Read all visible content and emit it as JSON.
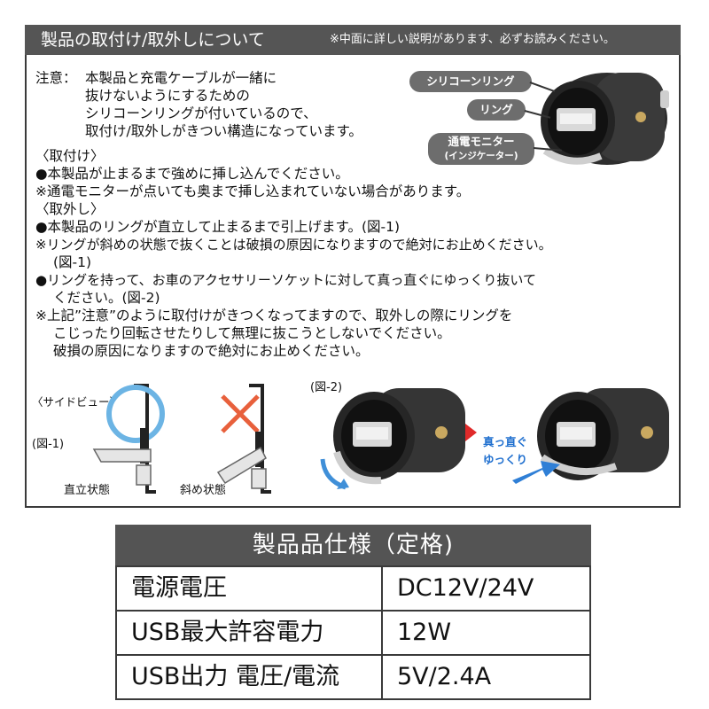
{
  "header": {
    "title": "製品の取付け/取外しについて",
    "note": "※中面に詳しい説明があります、必ずお読みください。"
  },
  "caution": {
    "prefix": "注意：",
    "lines": [
      "本製品と充電ケーブルが一緒に",
      "抜けないようにするための",
      "シリコーンリングが付いているので、",
      "取付け/取外しがきつい構造になっています。"
    ]
  },
  "callouts": {
    "silicone_ring": "シリコーンリング",
    "ring": "リング",
    "monitor_line1": "通電モニター",
    "monitor_line2": "(インジケーター)"
  },
  "install": {
    "heading": "〈取付け〉",
    "lines": [
      "●本製品が止まるまで強めに挿し込んでください。",
      "※通電モニターが点いても奥まで挿し込まれていない場合があります。"
    ]
  },
  "remove": {
    "heading": "〈取外し〉",
    "lines": [
      "●本製品のリングが直立して止まるまで引上げます。(図-1)",
      "※リングが斜めの状態で抜くことは破損の原因になりますので絶対にお止めください。",
      "(図-1)",
      "●リングを持って、お車のアクセサリーソケットに対して真っ直ぐにゆっくり抜いて",
      "ください。(図-2)",
      "※上記”注意”のように取付けがきつくなってますので、取外しの際にリングを",
      "こじったり回転させたりして無理に抜こうとしないでください。",
      "破損の原因になりますので絶対にお止めください。"
    ]
  },
  "figures": {
    "side_view": "〈サイドビュー〉",
    "fig1": "(図-1)",
    "upright": "直立状態",
    "slanted": "斜め状態",
    "fig2": "(図-2)",
    "straight_line1": "真っ直ぐ",
    "straight_line2": "ゆっくり"
  },
  "colors": {
    "header_bg": "#555555",
    "ok_circle": "#6cb4e4",
    "ng_cross": "#e8603c",
    "arrow_red": "#e02a2a",
    "arrow_blue": "#2f7fd6",
    "arrow_text": "#1f6fcf"
  },
  "spec": {
    "title": "製品品仕様（定格)",
    "rows": [
      {
        "label": "電源電圧",
        "value": "DC12V/24V"
      },
      {
        "label": "USB最大許容電力",
        "value": "12W"
      },
      {
        "label": "USB出力 電圧/電流",
        "value": "5V/2.4A"
      }
    ]
  }
}
